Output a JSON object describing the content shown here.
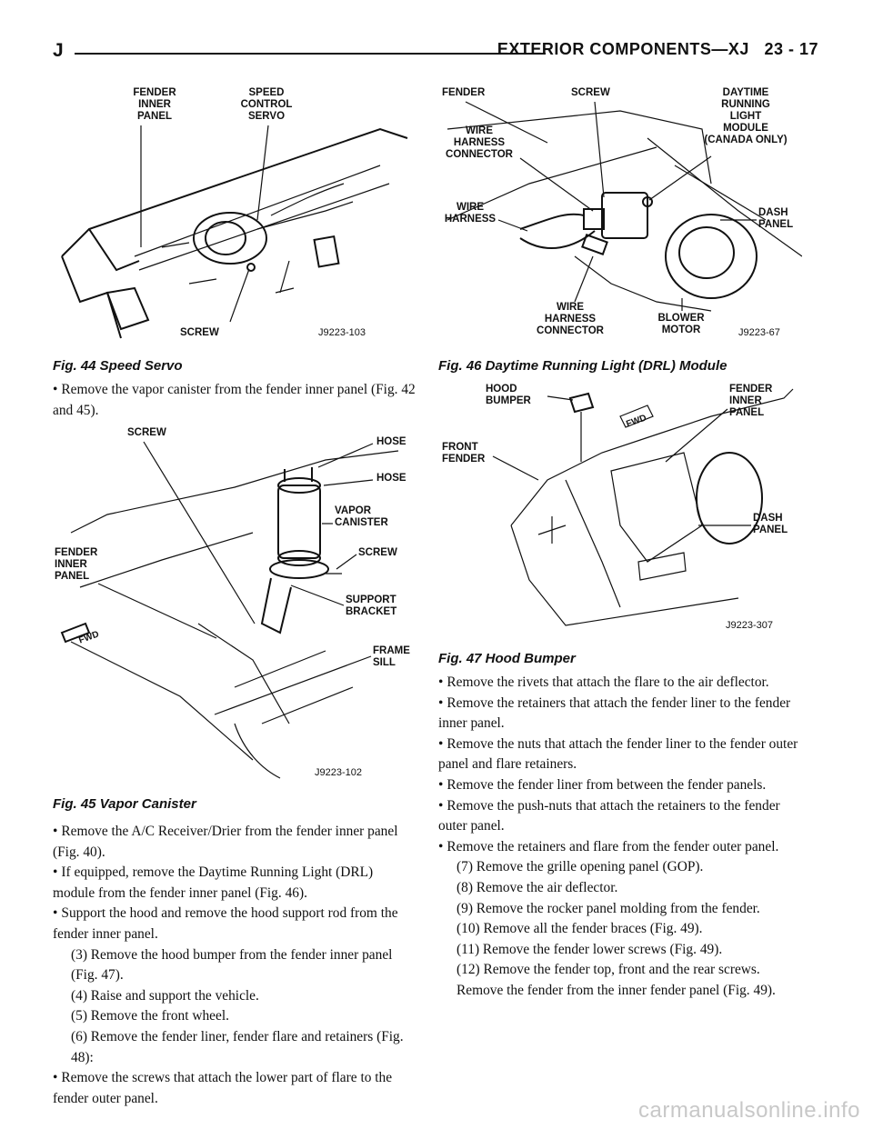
{
  "header": {
    "left_letter": "J",
    "title": "EXTERIOR COMPONENTS—XJ",
    "page_number": "23 - 17"
  },
  "fig44": {
    "caption": "Fig. 44 Speed Servo",
    "code": "J9223-103",
    "labels": {
      "fender_inner_panel": "FENDER\nINNER\nPANEL",
      "speed_control_servo": "SPEED\nCONTROL\nSERVO",
      "screw": "SCREW"
    }
  },
  "fig45": {
    "caption": "Fig. 45 Vapor Canister",
    "code": "J9223-102",
    "labels": {
      "screw_top": "SCREW",
      "hose1": "HOSE",
      "hose2": "HOSE",
      "vapor_canister": "VAPOR\nCANISTER",
      "screw_right": "SCREW",
      "fender_inner_panel": "FENDER\nINNER\nPANEL",
      "support_bracket": "SUPPORT\nBRACKET",
      "frame_sill": "FRAME\nSILL",
      "fwd": "FWD"
    }
  },
  "fig46": {
    "caption": "Fig. 46 Daytime Running Light (DRL) Module",
    "code": "J9223-67",
    "labels": {
      "fender": "FENDER",
      "screw": "SCREW",
      "drl_module": "DAYTIME\nRUNNING\nLIGHT\nMODULE\n(CANADA ONLY)",
      "wire_harness_connector_top": "WIRE\nHARNESS\nCONNECTOR",
      "wire_harness": "WIRE\nHARNESS",
      "dash_panel": "DASH\nPANEL",
      "wire_harness_connector_bottom": "WIRE\nHARNESS\nCONNECTOR",
      "blower_motor": "BLOWER\nMOTOR"
    }
  },
  "fig47": {
    "caption": "Fig. 47 Hood Bumper",
    "code": "J9223-307",
    "labels": {
      "hood_bumper": "HOOD\nBUMPER",
      "fender_inner_panel": "FENDER\nINNER\nPANEL",
      "front_fender": "FRONT\nFENDER",
      "dash_panel": "DASH\nPANEL",
      "fwd": "FWD"
    }
  },
  "left_text_top": [
    {
      "bullet": true,
      "indent": false,
      "text": "Remove the vapor canister from the fender inner panel (Fig. 42 and 45)."
    }
  ],
  "left_text_bottom": [
    {
      "bullet": true,
      "indent": false,
      "text": "Remove the A/C Receiver/Drier from the fender inner panel (Fig. 40)."
    },
    {
      "bullet": true,
      "indent": false,
      "text": "If equipped, remove the Daytime Running Light (DRL) module from the fender inner panel (Fig. 46)."
    },
    {
      "bullet": true,
      "indent": false,
      "text": "Support the hood and remove the hood support rod from the fender inner panel."
    },
    {
      "bullet": false,
      "indent": true,
      "text": "(3) Remove the hood bumper from the fender inner panel (Fig. 47)."
    },
    {
      "bullet": false,
      "indent": true,
      "text": "(4) Raise and support the vehicle."
    },
    {
      "bullet": false,
      "indent": true,
      "text": "(5) Remove the front wheel."
    },
    {
      "bullet": false,
      "indent": true,
      "text": "(6) Remove the fender liner, fender flare and retainers (Fig. 48):"
    },
    {
      "bullet": true,
      "indent": false,
      "text": "Remove the screws that attach the lower part of flare to the fender outer panel."
    }
  ],
  "right_text": [
    {
      "bullet": true,
      "indent": false,
      "text": "Remove the rivets that attach the flare to the air deflector."
    },
    {
      "bullet": true,
      "indent": false,
      "text": "Remove the retainers that attach the fender liner to the fender inner panel."
    },
    {
      "bullet": true,
      "indent": false,
      "text": "Remove the nuts that attach the fender liner to the fender outer panel and flare retainers."
    },
    {
      "bullet": true,
      "indent": false,
      "text": "Remove the fender liner from between the fender panels."
    },
    {
      "bullet": true,
      "indent": false,
      "text": "Remove the push-nuts that attach the retainers to the fender outer panel."
    },
    {
      "bullet": true,
      "indent": false,
      "text": "Remove the retainers and flare from the fender outer panel."
    },
    {
      "bullet": false,
      "indent": true,
      "text": "(7) Remove the grille opening panel (GOP)."
    },
    {
      "bullet": false,
      "indent": true,
      "text": "(8) Remove the air deflector."
    },
    {
      "bullet": false,
      "indent": true,
      "text": "(9) Remove the rocker panel molding from the fender."
    },
    {
      "bullet": false,
      "indent": true,
      "text": "(10) Remove all the fender braces (Fig. 49)."
    },
    {
      "bullet": false,
      "indent": true,
      "text": "(11) Remove the fender lower screws (Fig. 49)."
    },
    {
      "bullet": false,
      "indent": true,
      "text": "(12) Remove the fender top, front and the rear screws. Remove the fender from the inner fender panel (Fig. 49)."
    }
  ],
  "watermark": "carmanualsonline.info"
}
